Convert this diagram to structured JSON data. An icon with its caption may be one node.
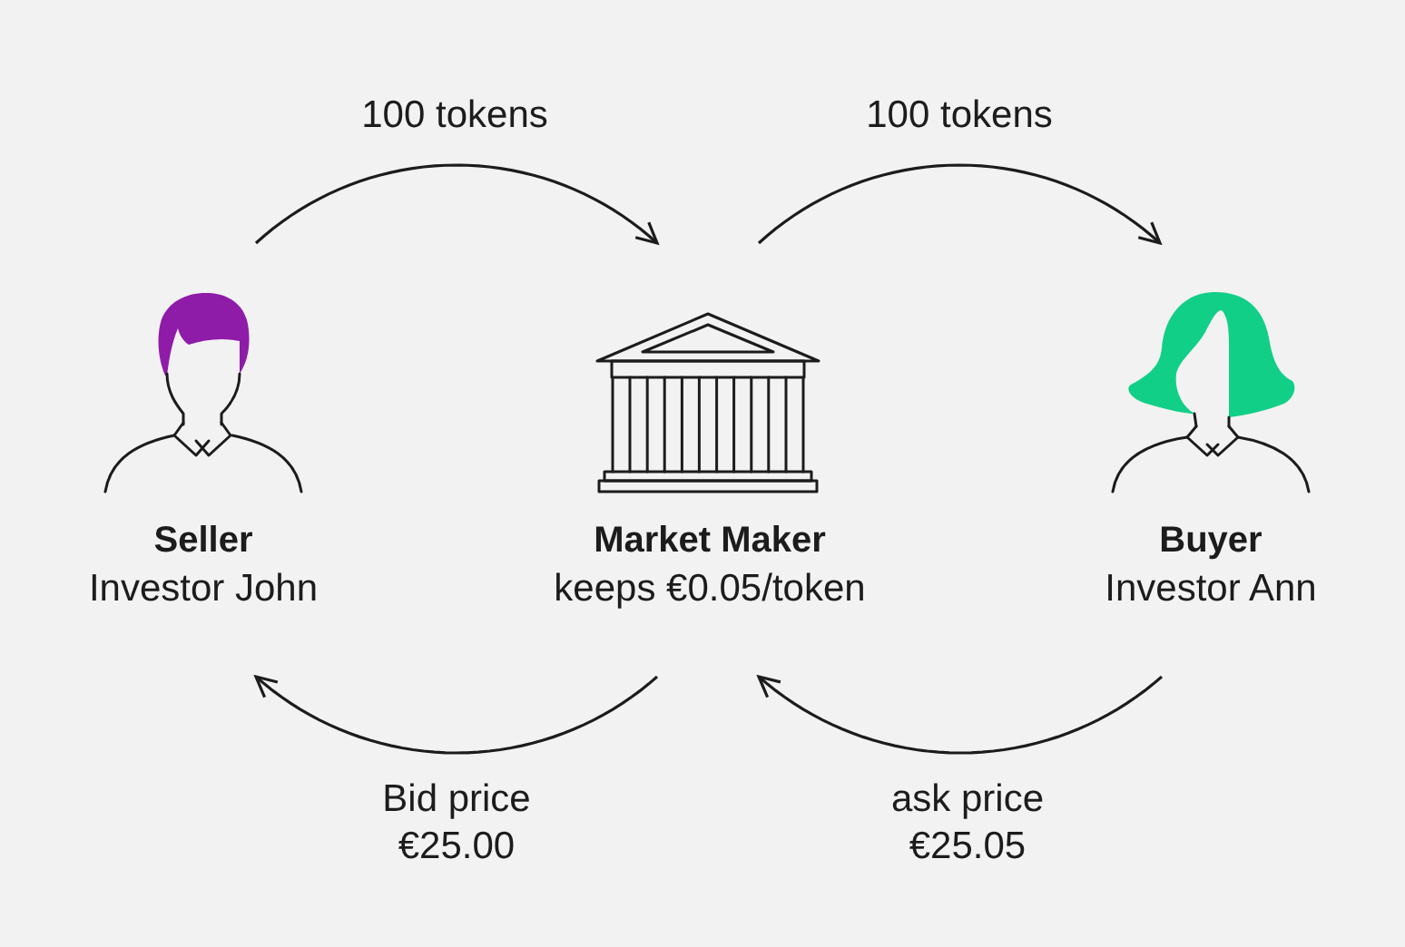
{
  "diagram": {
    "nodes": [
      {
        "text": [
          "Seller",
          "Investor John"
        ]
      },
      {
        "text": [
          "Market Maker",
          "keeps €0.05/token"
        ]
      },
      {
        "text": [
          "Buyer",
          "Investor Ann"
        ]
      }
    ],
    "edges": [
      {
        "from": 0,
        "to": 1,
        "arrow": "to",
        "label": "100 tokens"
      },
      {
        "from": 1,
        "to": 2,
        "arrow": "to",
        "label": "100 tokens"
      },
      {
        "from": 1,
        "to": 0,
        "arrow": "to",
        "label": "Bid price €25.00"
      },
      {
        "from": 2,
        "to": 1,
        "arrow": "to",
        "label": "ask price €25.05"
      }
    ]
  }
}
